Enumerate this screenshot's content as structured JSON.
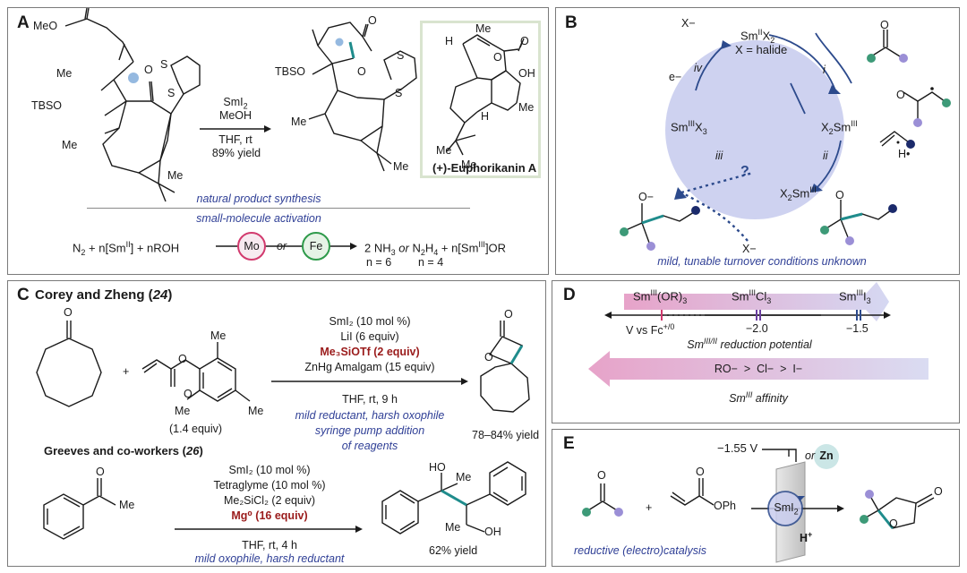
{
  "panels": {
    "A": {
      "label": "A",
      "reactant_labels": [
        "MeO",
        "Me",
        "TBSO",
        "O",
        "S",
        "S",
        "Me",
        "Me"
      ],
      "conditions": [
        "SmI",
        "2",
        "MeOH",
        "THF, rt",
        "89% yield"
      ],
      "product_labels": [
        "O",
        "TBSO",
        "O",
        "S",
        "S",
        "Me",
        "Me"
      ],
      "euphorikanin": {
        "name": "(+)-Euphorikanin A",
        "labels": [
          "Me",
          "H",
          "O",
          "O",
          "OH",
          "Me",
          "H",
          "Me",
          "Me"
        ]
      },
      "caption_top": "natural product synthesis",
      "caption_bottom": "small-molecule activation",
      "equation": {
        "left": "N",
        "left_sub": "2",
        "left_rest": " + n[Sm",
        "left_ox": "II",
        "left_rest2": "] + nROH",
        "mo": "Mo",
        "or": "or",
        "fe": "Fe",
        "right": "2 NH",
        "right_sub": "3",
        "right_or": " or ",
        "right2": "N",
        "right2_sub": "2",
        "right2b": "H",
        "right2_sub2": "4",
        "right_rest": " + n[Sm",
        "right_ox": "III",
        "right_rest2": "]OR",
        "n1": "n = 6",
        "n2": "n = 4"
      }
    },
    "B": {
      "label": "B",
      "top": "Sm",
      "top_ox": "II",
      "top_rest": "X",
      "top_sub": "2",
      "halide": "X = halide",
      "right": "X",
      "right_sub": "2",
      "right_sm": "Sm",
      "right_ox": "III",
      "bottom": "X",
      "bottom_sub": "2",
      "bottom_sm": "Sm",
      "bottom_ox": "III",
      "left": "Sm",
      "left_ox": "III",
      "left_rest": "X",
      "left_sub": "3",
      "steps": [
        "i",
        "ii",
        "iii",
        "iv"
      ],
      "electron": "e−",
      "x_top": "X−",
      "x_bottom": "X−",
      "o_minus": "O−",
      "h_dot": "H",
      "question": "?",
      "caption": "mild, tunable turnover conditions unknown",
      "o_labels": [
        "O",
        "O",
        "O"
      ]
    },
    "C": {
      "label": "C",
      "title1": "Corey and Zheng (",
      "ref1": "24",
      "title1_end": ")",
      "plus": "+",
      "equiv": "(1.4 equiv)",
      "conds1": [
        "SmI₂ (10 mol %)",
        "LiI (6 equiv)",
        "Me₃SiOTf (2 equiv)",
        "ZnHg Amalgam (15 equiv)"
      ],
      "below1": "THF, rt, 9 h",
      "note1": [
        "mild reductant, harsh oxophile",
        "syringe pump addition",
        "of reagents"
      ],
      "yield1": "78–84% yield",
      "title2": "Greeves and co-workers (",
      "ref2": "26",
      "title2_end": ")",
      "conds2": [
        "SmI₂ (10 mol %)",
        "Tetraglyme (10 mol %)",
        "Me₂SiCl₂ (2 equiv)",
        "Mg⁰ (16 equiv)"
      ],
      "below2": "THF, rt, 4 h",
      "note2": "mild oxophile, harsh reductant",
      "yield2": "62% yield",
      "struct_labels": [
        "O",
        "O",
        "O",
        "Me",
        "Me",
        "Me",
        "O",
        "O",
        "O",
        "Me",
        "HO",
        "Me",
        "Me",
        "OH"
      ]
    },
    "D": {
      "label": "D",
      "sm_or": "Sm",
      "sm_or_ox": "III",
      "sm_or_rest": "(OR)",
      "sm_or_sub": "3",
      "sm_cl": "Sm",
      "sm_cl_ox": "III",
      "sm_cl_rest": "Cl",
      "sm_cl_sub": "3",
      "sm_i": "Sm",
      "sm_i_ox": "III",
      "sm_i_rest": "I",
      "sm_i_sub": "3",
      "vfc": "V vs Fc",
      "vfc_sup": "+/0",
      "tick1": "−2.0",
      "tick2": "−1.5",
      "axis_caption": "Sm",
      "axis_caption_sup": "III/II",
      "axis_caption_rest": " reduction potential",
      "affinity": "RO−  >  Cl−  >  I−",
      "affinity_caption": "Sm",
      "affinity_caption_sup": "III",
      "affinity_caption_rest": " affinity"
    },
    "E": {
      "label": "E",
      "potential": "−1.55 V",
      "or": "or",
      "zn": "Zn",
      "smi2": "SmI",
      "smi2_sub": "2",
      "hplus": "H",
      "hplus_sup": "+",
      "plus": "+",
      "ophs": [
        "O",
        "O",
        "OPh",
        "O",
        "O"
      ],
      "caption": "reductive (electro)catalysis"
    }
  },
  "colors": {
    "blue_text": "#2f3f96",
    "teal": "#1f8c8c",
    "purple_dot": "#9b8fd6",
    "navy_dot": "#1b2a6b",
    "green_dot": "#3d9a78",
    "mo_pink": "#d23a6e",
    "fe_green": "#2e9a4a",
    "cycle_fill": "#c9cdee",
    "arrow_navy": "#2c4a8c"
  }
}
